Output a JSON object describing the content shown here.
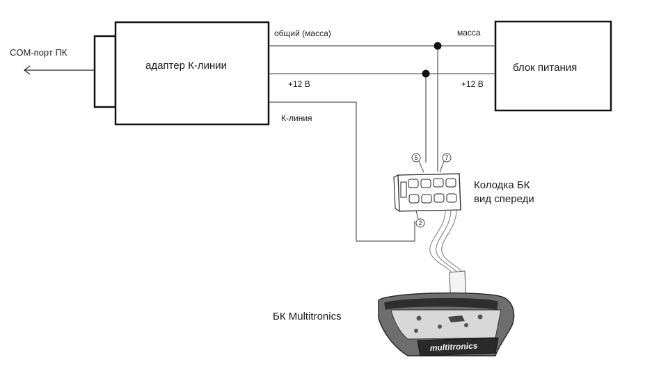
{
  "labels": {
    "com_port": "COM-порт ПК",
    "adapter": "адаптер К-линии",
    "ground_wire": "общий (масса)",
    "plus12_left": "+12 В",
    "k_line": "К-линия",
    "massa": "масса",
    "power_block": "блок питания",
    "plus12_right": "+12 В",
    "connector_line1": "Колодка БК",
    "connector_line2": "вид спереди",
    "device": "БК Multitronics",
    "device_logo": "multitronics"
  },
  "pins": {
    "pin5": "5",
    "pin7": "7",
    "pin2": "2"
  },
  "colors": {
    "line": "#222222",
    "wire_gray": "#777777",
    "device_body": "#6e6e6e",
    "device_dark": "#2e2e2e",
    "device_light": "#d8d8d8"
  }
}
